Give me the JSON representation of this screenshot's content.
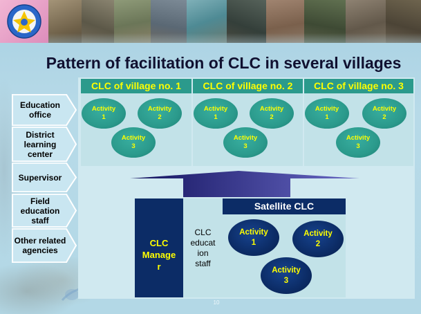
{
  "slide": {
    "title": "Pattern of facilitation of CLC in several villages",
    "page_number": "10"
  },
  "stakeholders": [
    {
      "lines": [
        "Education",
        "office"
      ]
    },
    {
      "lines": [
        "District",
        "learning",
        "center"
      ]
    },
    {
      "lines": [
        "Supervisor"
      ]
    },
    {
      "lines": [
        "Field",
        "education",
        "staff"
      ]
    },
    {
      "lines": [
        "Other related",
        "agencies"
      ]
    }
  ],
  "villages": [
    {
      "title": "CLC of village no. 1",
      "activities": [
        {
          "label": "Activity",
          "number": "1"
        },
        {
          "label": "Activity",
          "number": "2"
        },
        {
          "label": "Activity",
          "number": "3"
        }
      ]
    },
    {
      "title": "CLC of village no. 2",
      "activities": [
        {
          "label": "Activity",
          "number": "1"
        },
        {
          "label": "Activity",
          "number": "2"
        },
        {
          "label": "Activity",
          "number": "3"
        }
      ]
    },
    {
      "title": "CLC of village no. 3",
      "activities": [
        {
          "label": "Activity",
          "number": "1"
        },
        {
          "label": "Activity",
          "number": "2"
        },
        {
          "label": "Activity",
          "number": "3"
        }
      ]
    }
  ],
  "clc_manager": {
    "lines": [
      "CLC",
      "Manage",
      "r"
    ]
  },
  "clc_education_staff": {
    "lines": [
      "CLC",
      "educat",
      "ion",
      "staff"
    ]
  },
  "satellite_clc": {
    "title": "Satellite CLC",
    "activities": [
      {
        "label": "Activity",
        "number": "1"
      },
      {
        "label": "Activity",
        "number": "2"
      },
      {
        "label": "Activity",
        "number": "3"
      }
    ]
  },
  "colors": {
    "slide_background": "#b3d8e6",
    "panel": "#d0e9f0",
    "village_box": "#c2e2e8",
    "teal": "#2b9a8c",
    "navy": "#0c2c66",
    "highlight_text": "#ffff00",
    "stakeholder_fill": "#c9e6f1",
    "title_text": "#101030",
    "arrow_dark": "#14145f",
    "arrow_light": "#6868c4"
  }
}
